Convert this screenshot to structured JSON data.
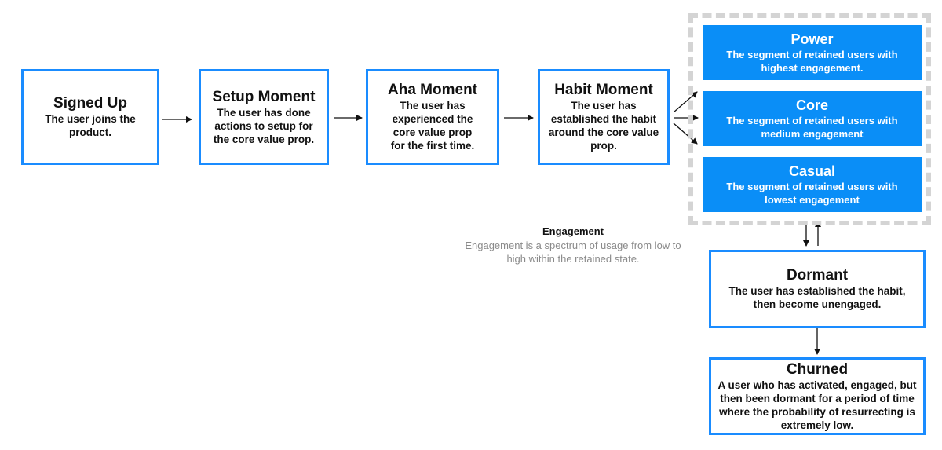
{
  "stages": {
    "signed_up": {
      "title": "Signed Up",
      "desc": "The user joins the product."
    },
    "setup": {
      "title": "Setup Moment",
      "desc": "The user has done actions to setup for the core value prop."
    },
    "aha": {
      "title": "Aha Moment",
      "desc": "The user has experienced the core value prop for the first time."
    },
    "habit": {
      "title": "Habit Moment",
      "desc": "The user has established the habit around the core value prop."
    }
  },
  "segments": {
    "power": {
      "title": "Power",
      "desc": "The segment of retained users with highest engagement."
    },
    "core": {
      "title": "Core",
      "desc": "The segment of retained users with medium engagement"
    },
    "casual": {
      "title": "Casual",
      "desc": "The segment of retained users with lowest engagement"
    }
  },
  "engagement_note": {
    "title": "Engagement",
    "desc": "Engagement is a spectrum of usage from low to high within the retained state."
  },
  "dormant": {
    "title": "Dormant",
    "desc": "The user has established the habit, then become unengaged."
  },
  "churned": {
    "title": "Churned",
    "desc": "A user who has activated, engaged, but then been dormant for a period of time where the probability of resurrecting is extremely low."
  },
  "colors": {
    "stage_border": "#1a8cff",
    "segment_fill": "#0a8ef7",
    "frame_dash": "#d4d4d4",
    "note_gray": "#8a8a8a"
  }
}
